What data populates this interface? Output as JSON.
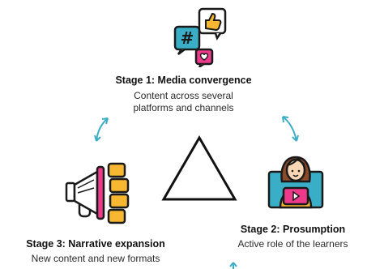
{
  "stages": [
    {
      "title": "Stage 1: Media convergence",
      "desc_line1": "Content across several",
      "desc_line2": "platforms and channels",
      "icon": "social-media-icon"
    },
    {
      "title": "Stage 2: Prosumption",
      "desc_line1": "Active role of the learners",
      "icon": "video-creator-icon"
    },
    {
      "title": "Stage 3: Narrative expansion",
      "desc_line1": "New content and new formats",
      "icon": "megaphone-icon"
    }
  ],
  "center_shape": "triangle-outline",
  "connector": "cycle-arrow-icon",
  "colors": {
    "teal": "#3aaec6",
    "pink": "#ef3a8c",
    "yellow": "#f7b731",
    "dark": "#1a1a1a"
  }
}
